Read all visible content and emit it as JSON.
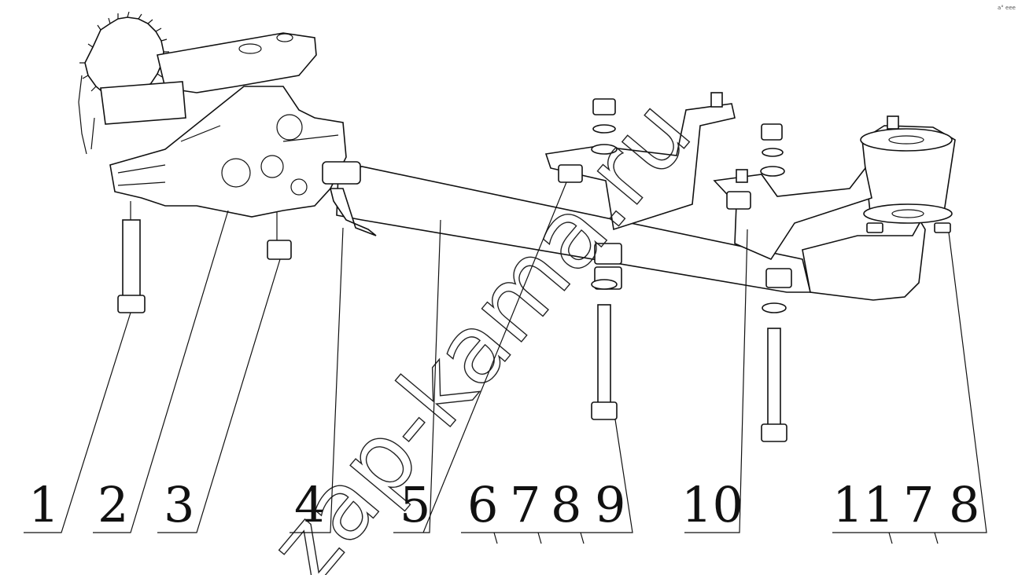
{
  "callouts": [
    {
      "id": "c1",
      "text": "1"
    },
    {
      "id": "c2",
      "text": "2"
    },
    {
      "id": "c3",
      "text": "3"
    },
    {
      "id": "c4",
      "text": "4"
    },
    {
      "id": "c5",
      "text": "5"
    },
    {
      "id": "c6",
      "text": "6"
    },
    {
      "id": "c7",
      "text": "7"
    },
    {
      "id": "c8",
      "text": "8"
    },
    {
      "id": "c9",
      "text": "9"
    },
    {
      "id": "c10",
      "text": "10"
    },
    {
      "id": "c11",
      "text": "11"
    },
    {
      "id": "c7b",
      "text": "7"
    },
    {
      "id": "c8b",
      "text": "8"
    }
  ],
  "watermark": "zap-kama.ru",
  "corner_mark": "a° eee"
}
